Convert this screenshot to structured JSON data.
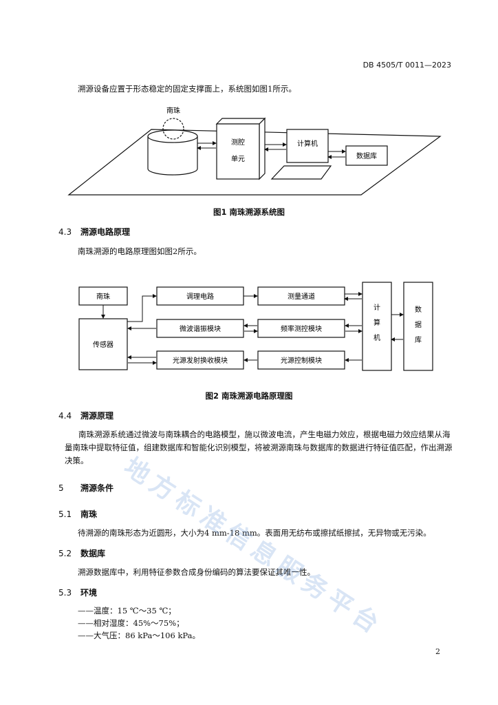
{
  "header": {
    "std_code": "DB 4505/T 0011—2023"
  },
  "intro_text": "溯源设备应置于形态稳定的固定支撑面上，系统图如图1所示。",
  "figure1": {
    "labels": {
      "pearl": "南珠",
      "measure_unit_l1": "测腔",
      "measure_unit_l2": "单元",
      "computer": "计算机",
      "database": "数据库"
    },
    "caption": "图1  南珠溯源系统图"
  },
  "section_4_3": {
    "num": "4.3",
    "title": "溯源电路原理",
    "text": "南珠溯源的电路原理图如图2所示。"
  },
  "figure2": {
    "labels": {
      "pearl": "南珠",
      "sensor": "传感器",
      "conditioning": "调理电路",
      "measure_channel": "测量通道",
      "microwave": "微波谐振模块",
      "freq_measure": "频率测控模块",
      "light_emit": "光源发射换收模块",
      "light_control": "光源控制模块",
      "computer": [
        "计",
        "算",
        "机"
      ],
      "database": [
        "数",
        "据",
        "库"
      ]
    },
    "caption": "图2  南珠溯源电路原理图"
  },
  "section_4_4": {
    "num": "4.4",
    "title": "溯源原理",
    "text": "南珠溯源系统通过微波与南珠耦合的电路模型，施以微波电流，产生电磁力效应，根据电磁力效应结果从海量南珠中提取特征值，组建数据库和智能化识别模型，将被溯源南珠与数据库的数据进行特征值匹配，作出溯源决策。"
  },
  "section_5": {
    "num": "5",
    "title": "溯源条件"
  },
  "section_5_1": {
    "num": "5.1",
    "title": "南珠",
    "text": "待溯源的南珠形态为近圆形，大小为4 mm-18 mm。表面用无纺布或擦拭纸擦拭，无异物或无污染。"
  },
  "section_5_2": {
    "num": "5.2",
    "title": "数据库",
    "text": "溯源数据库中，利用特征参数合成身份编码的算法要保证其唯一性。"
  },
  "section_5_3": {
    "num": "5.3",
    "title": "环境",
    "items": [
      "——温度：15 ℃～35 ℃；",
      "——相对湿度：45%～75%；",
      "——大气压：86 kPa～106 kPa。"
    ]
  },
  "watermark": "地方标准信息服务平台",
  "footer": {
    "page_number": "2"
  }
}
